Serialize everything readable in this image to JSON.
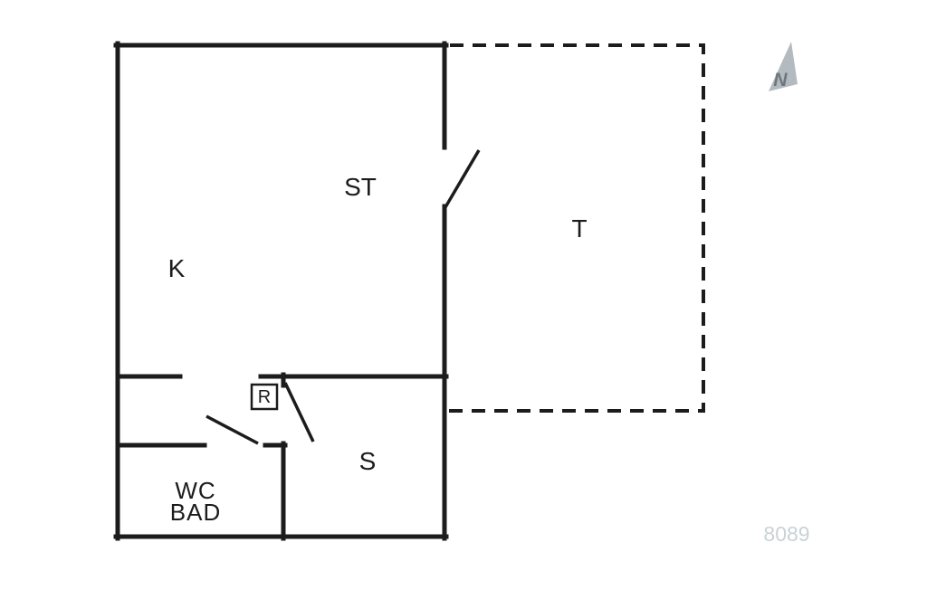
{
  "floorplan": {
    "labels": {
      "st": "ST",
      "k": "K",
      "t": "T",
      "s": "S",
      "wc": "WC",
      "bad": "BAD",
      "r": "R"
    },
    "north_label": "N",
    "plan_number": "8089",
    "colors": {
      "wall": "#1c1c1c",
      "plan_number": "#c9d2d6",
      "north_arrow": "#b3bbc0",
      "north_text": "#6f777b"
    }
  }
}
